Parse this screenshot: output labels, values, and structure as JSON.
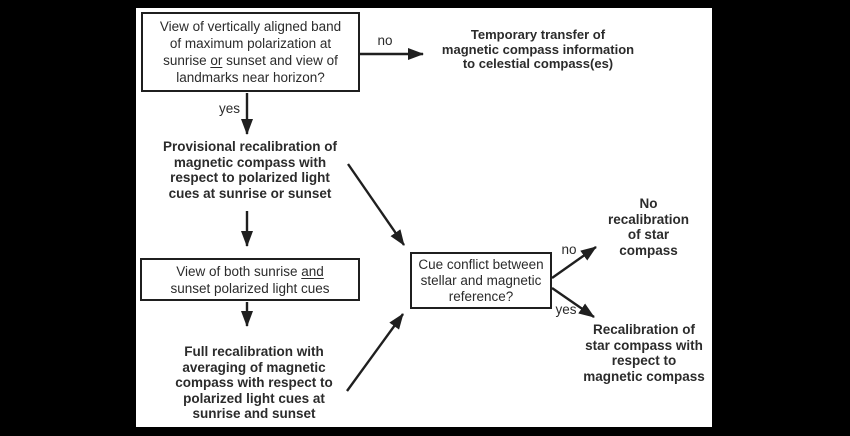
{
  "figure": {
    "background": "#000000",
    "panel_bg": "#ffffff",
    "line_color": "#1f1f1f",
    "text_color": "#2b2b2b"
  },
  "nodes": {
    "q_polarization": {
      "lines": [
        [
          {
            "t": "View of vertically aligned band"
          }
        ],
        [
          {
            "t": "of maximum polarization at"
          }
        ],
        [
          {
            "t": "sunrise "
          },
          {
            "t": "or",
            "u": true
          },
          {
            "t": " sunset and view of"
          }
        ],
        [
          {
            "t": "landmarks near horizon?"
          }
        ]
      ]
    },
    "temporary_transfer": {
      "lines": [
        [
          {
            "t": "Temporary transfer of"
          }
        ],
        [
          {
            "t": "magnetic compass information"
          }
        ],
        [
          {
            "t": "to celestial compass(es)"
          }
        ]
      ]
    },
    "provisional_recalibration": {
      "lines": [
        [
          {
            "t": "Provisional recalibration of"
          }
        ],
        [
          {
            "t": "magnetic compass with"
          }
        ],
        [
          {
            "t": "respect to polarized light"
          }
        ],
        [
          {
            "t": "cues at sunrise or sunset"
          }
        ]
      ]
    },
    "q_both_cues": {
      "lines": [
        [
          {
            "t": "View of both sunrise "
          },
          {
            "t": "and",
            "u": true
          }
        ],
        [
          {
            "t": "sunset polarized light cues"
          }
        ]
      ]
    },
    "full_recalibration": {
      "lines": [
        [
          {
            "t": "Full recalibration with"
          }
        ],
        [
          {
            "t": "averaging of magnetic"
          }
        ],
        [
          {
            "t": "compass with respect to"
          }
        ],
        [
          {
            "t": "polarized light cues at"
          }
        ],
        [
          {
            "t": "sunrise and sunset"
          }
        ]
      ]
    },
    "q_cue_conflict": {
      "lines": [
        [
          {
            "t": "Cue conflict between"
          }
        ],
        [
          {
            "t": "stellar and magnetic"
          }
        ],
        [
          {
            "t": "reference?"
          }
        ]
      ]
    },
    "no_star_recalibration": {
      "lines": [
        [
          {
            "t": "No"
          }
        ],
        [
          {
            "t": "recalibration"
          }
        ],
        [
          {
            "t": "of star"
          }
        ],
        [
          {
            "t": "compass"
          }
        ]
      ]
    },
    "star_recalibration": {
      "lines": [
        [
          {
            "t": "Recalibration of"
          }
        ],
        [
          {
            "t": "star compass with"
          }
        ],
        [
          {
            "t": "respect to"
          }
        ],
        [
          {
            "t": "magnetic compass"
          }
        ]
      ]
    }
  },
  "edge_labels": {
    "no_top": "no",
    "yes_top": "yes",
    "no_right": "no",
    "yes_right": "yes"
  }
}
